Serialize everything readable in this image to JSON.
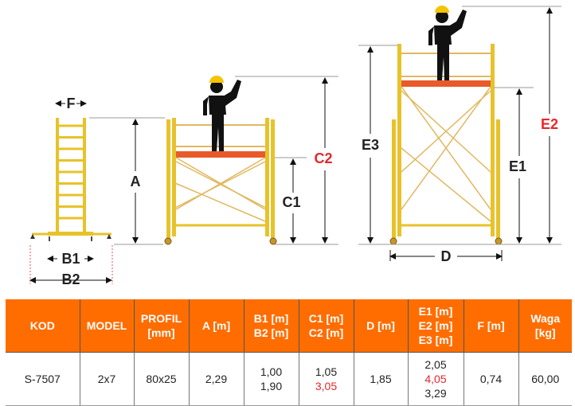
{
  "diagram": {
    "labels": {
      "F": "F",
      "A": "A",
      "B1": "B1",
      "B2": "B2",
      "C1": "C1",
      "C2": "C2",
      "D": "D",
      "E1": "E1",
      "E2": "E2",
      "E3": "E3"
    },
    "colors": {
      "frame": "#e8c22a",
      "platform": "#e85a2a",
      "brace": "#e0b860",
      "highlight": "#e8262b",
      "header": "#ff6d00"
    }
  },
  "table": {
    "headers": [
      {
        "lines": [
          "KOD"
        ]
      },
      {
        "lines": [
          "MODEL"
        ]
      },
      {
        "lines": [
          "PROFIL",
          "[mm]"
        ]
      },
      {
        "lines": [
          "A [m]"
        ]
      },
      {
        "lines": [
          "B1 [m]",
          "B2 [m]"
        ]
      },
      {
        "lines": [
          "C1 [m]",
          "C2 [m]"
        ]
      },
      {
        "lines": [
          "D [m]"
        ]
      },
      {
        "lines": [
          "E1 [m]",
          "E2 [m]",
          "E3 [m]"
        ]
      },
      {
        "lines": [
          "F [m]"
        ]
      },
      {
        "lines": [
          "Waga",
          "[kg]"
        ]
      }
    ],
    "rows": [
      [
        {
          "lines": [
            "S-7507"
          ]
        },
        {
          "lines": [
            "2x7"
          ]
        },
        {
          "lines": [
            "80x25"
          ]
        },
        {
          "lines": [
            "2,29"
          ]
        },
        {
          "lines": [
            "1,00",
            "1,90"
          ]
        },
        {
          "lines": [
            "1,05",
            "3,05"
          ],
          "red": [
            1
          ]
        },
        {
          "lines": [
            "1,85"
          ]
        },
        {
          "lines": [
            "2,05",
            "4,05",
            "3,29"
          ],
          "red": [
            1
          ]
        },
        {
          "lines": [
            "0,74"
          ]
        },
        {
          "lines": [
            "60,00"
          ]
        }
      ]
    ]
  }
}
